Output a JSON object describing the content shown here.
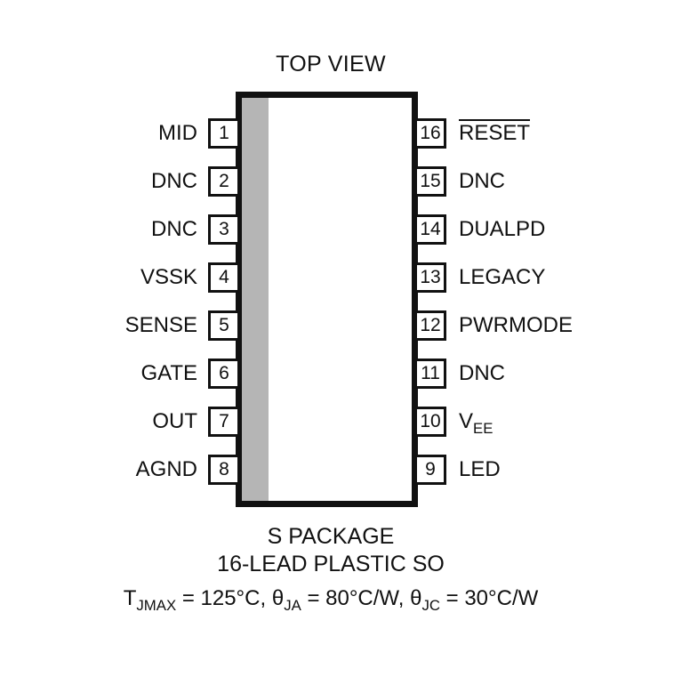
{
  "title": "TOP VIEW",
  "colors": {
    "outline": "#111111",
    "pin1_stripe": "#b5b5b5",
    "background": "#ffffff"
  },
  "pins": {
    "left": [
      {
        "number": "1",
        "label": "MID"
      },
      {
        "number": "2",
        "label": "DNC"
      },
      {
        "number": "3",
        "label": "DNC"
      },
      {
        "number": "4",
        "label": "VSSK"
      },
      {
        "number": "5",
        "label": "SENSE"
      },
      {
        "number": "6",
        "label": "GATE"
      },
      {
        "number": "7",
        "label": "OUT"
      },
      {
        "number": "8",
        "label": "AGND"
      }
    ],
    "right": [
      {
        "number": "16",
        "label": "RESET"
      },
      {
        "number": "15",
        "label": "DNC"
      },
      {
        "number": "14",
        "label": "DUALPD"
      },
      {
        "number": "13",
        "label": "LEGACY"
      },
      {
        "number": "12",
        "label": "PWRMODE"
      },
      {
        "number": "11",
        "label": "DNC"
      },
      {
        "number": "10",
        "label_main": "V",
        "label_sub": "EE"
      },
      {
        "number": "9",
        "label": "LED"
      }
    ]
  },
  "footer": {
    "package_line": "S PACKAGE",
    "lead_line": "16-LEAD PLASTIC SO",
    "thermal": {
      "t": "T",
      "t_sub": "JMAX",
      "seg1": " = 125°C, ",
      "theta1": "θ",
      "theta1_sub": "JA",
      "seg2": " = 80°C/W, ",
      "theta2": "θ",
      "theta2_sub": "JC",
      "seg3": " = 30°C/W"
    }
  }
}
